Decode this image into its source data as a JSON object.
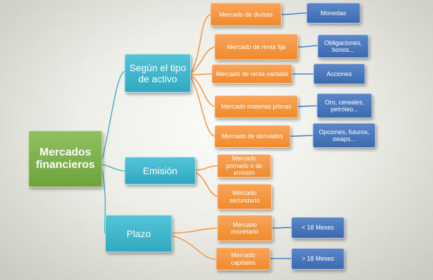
{
  "root": {
    "label": "Mercados financieros"
  },
  "categories": [
    {
      "label": "Según el tipo de activo"
    },
    {
      "label": "Emisión"
    },
    {
      "label": "Plazo"
    }
  ],
  "markets": [
    {
      "label": "Mercado  de divisas"
    },
    {
      "label": "Mercado  de renta fija"
    },
    {
      "label": "Mercado  de renta variable"
    },
    {
      "label": "Mercado materias primas"
    },
    {
      "label": "Mercado de derivados"
    },
    {
      "label": "Mercado primario o de emisión"
    },
    {
      "label": "Mercado secundario"
    },
    {
      "label": "Mercado monetario"
    },
    {
      "label": "Mercado capitales"
    }
  ],
  "examples": [
    {
      "label": "Monedas"
    },
    {
      "label": "Obligaciones, bonos..."
    },
    {
      "label": "Acciones"
    },
    {
      "label": "Oro, cereales, petróleo..."
    },
    {
      "label": "Opciones, futuros, swaps..."
    },
    {
      "label": "< 18 Meses"
    },
    {
      "label": "> 18 Meses"
    }
  ],
  "colors": {
    "root": "#7ab04a",
    "category": "#3db4ca",
    "market": "#f5963e",
    "example": "#4877bd",
    "link_category": "#4fb6c8",
    "link_market": "#f39a4a",
    "link_example": "#4a7cc2"
  }
}
